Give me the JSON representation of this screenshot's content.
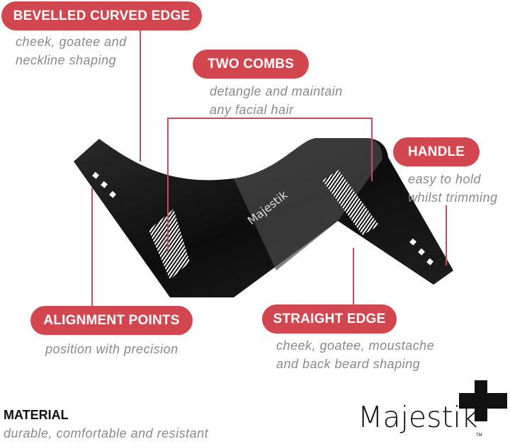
{
  "callouts": {
    "bevelled": {
      "title": "BEVELLED CURVED EDGE",
      "line1": "cheek, goatee and",
      "line2": "neckline shaping"
    },
    "combs": {
      "title": "TWO COMBS",
      "line1": "detangle and maintain",
      "line2": "any facial hair"
    },
    "handle": {
      "title": "HANDLE",
      "line1": "easy to hold",
      "line2": "whilst trimming"
    },
    "alignment": {
      "title": "ALIGNMENT POINTS",
      "line1": "position with precision"
    },
    "straight": {
      "title": "STRAIGHT EDGE",
      "line1": "cheek, goatee, moustache",
      "line2": "and back beard shaping"
    }
  },
  "material": {
    "title": "MATERIAL",
    "desc": "durable, comfortable and resistant"
  },
  "brand": {
    "name": "Majestik",
    "tm": "TM",
    "product_mark": "Majestik"
  },
  "colors": {
    "accent": "#d2474f",
    "text_muted": "#8a8a8a",
    "product": "#1a1a1a"
  }
}
